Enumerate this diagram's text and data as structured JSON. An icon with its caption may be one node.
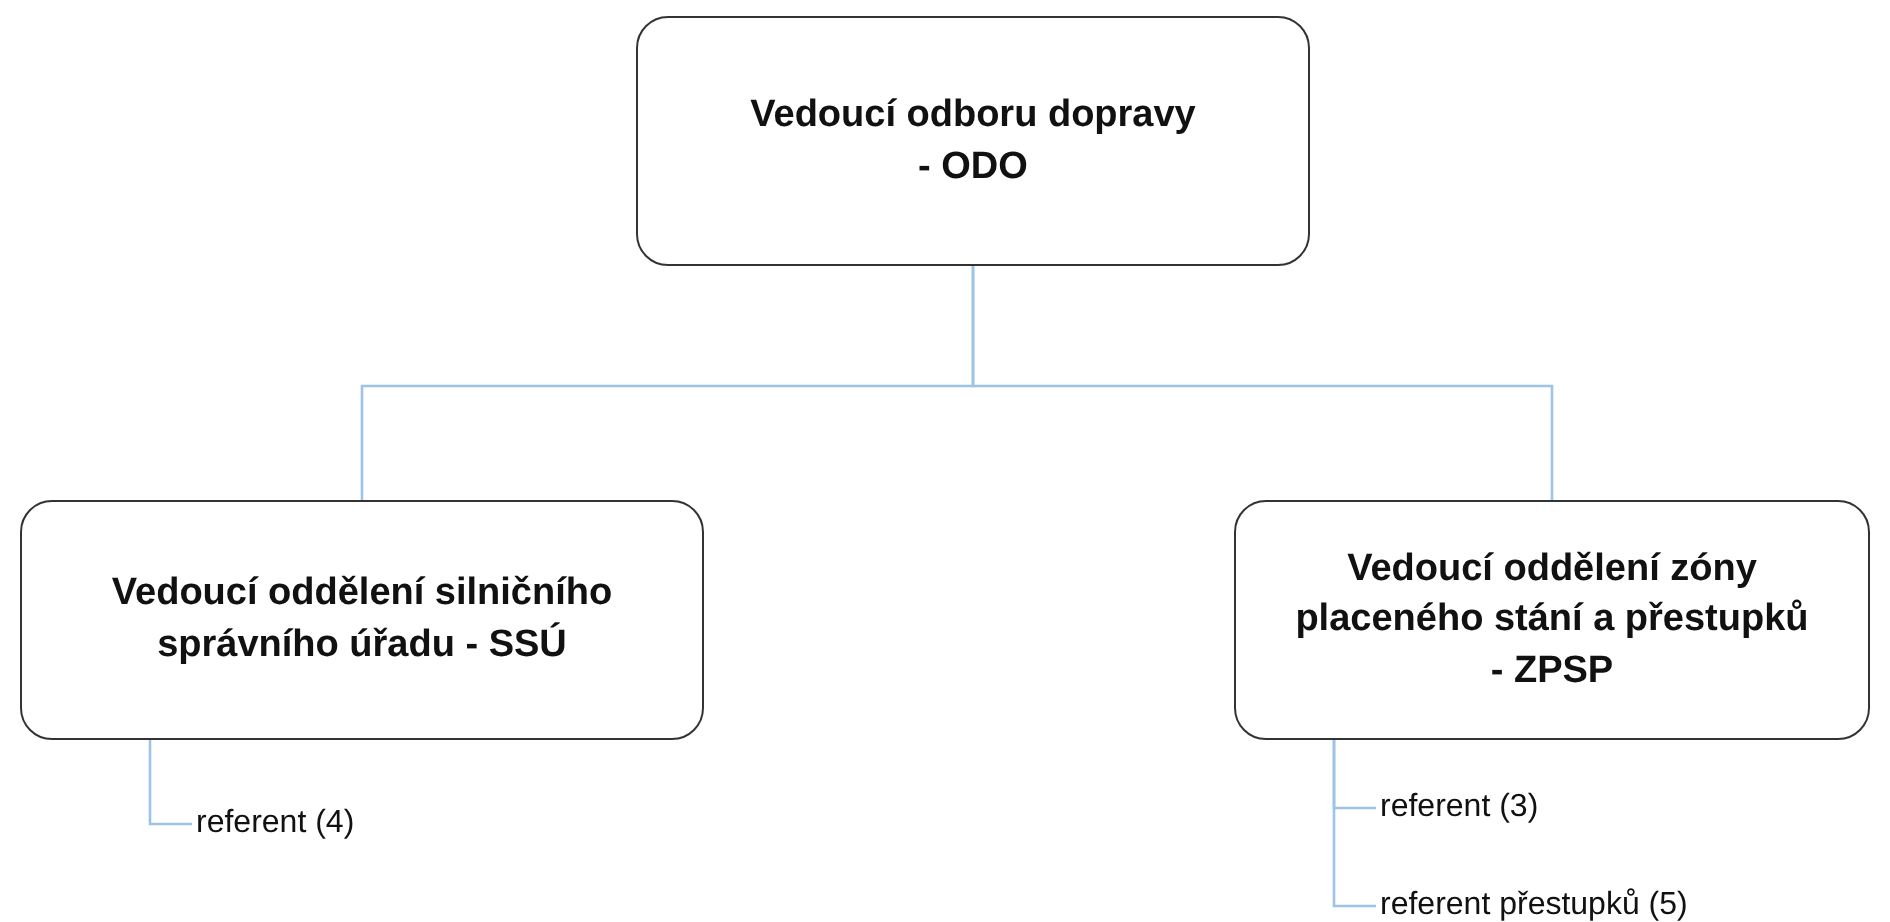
{
  "diagram": {
    "nodes": [
      {
        "text": [
          "Vedoucí odboru dopravy",
          "- ODO"
        ]
      },
      {
        "text": [
          "Vedoucí oddělení silničního správního úřadu - SSÚ"
        ]
      },
      {
        "text": [
          "Vedoucí oddělení zóny placeného stání a přestupků",
          "- ZPSP"
        ]
      },
      {
        "text": [
          "referent (4)"
        ]
      },
      {
        "text": [
          "referent (3)"
        ]
      },
      {
        "text": [
          "referent přestupků (5)"
        ]
      }
    ],
    "edges": [
      {
        "from": 0,
        "to": 1,
        "arrow": "none"
      },
      {
        "from": 0,
        "to": 2,
        "arrow": "none"
      },
      {
        "from": 1,
        "to": 3,
        "arrow": "none"
      },
      {
        "from": 2,
        "to": 4,
        "arrow": "none"
      },
      {
        "from": 2,
        "to": 5,
        "arrow": "none"
      }
    ]
  }
}
